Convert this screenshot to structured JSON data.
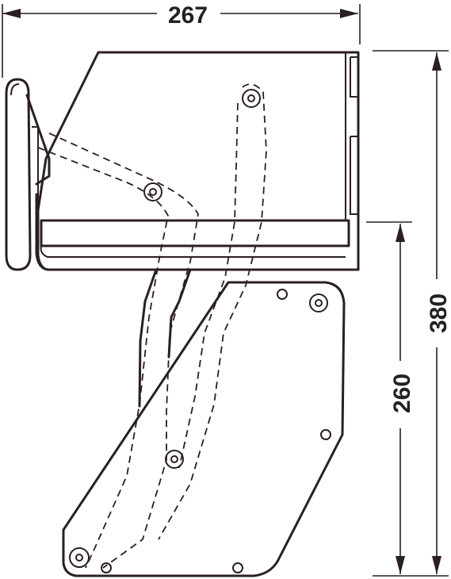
{
  "dimensions": {
    "width_label": "267",
    "height_total_label": "380",
    "height_lower_label": "260"
  },
  "colors": {
    "line": "#2b1f1f",
    "background": "#ffffff",
    "hatch": "#2b1f1f"
  }
}
